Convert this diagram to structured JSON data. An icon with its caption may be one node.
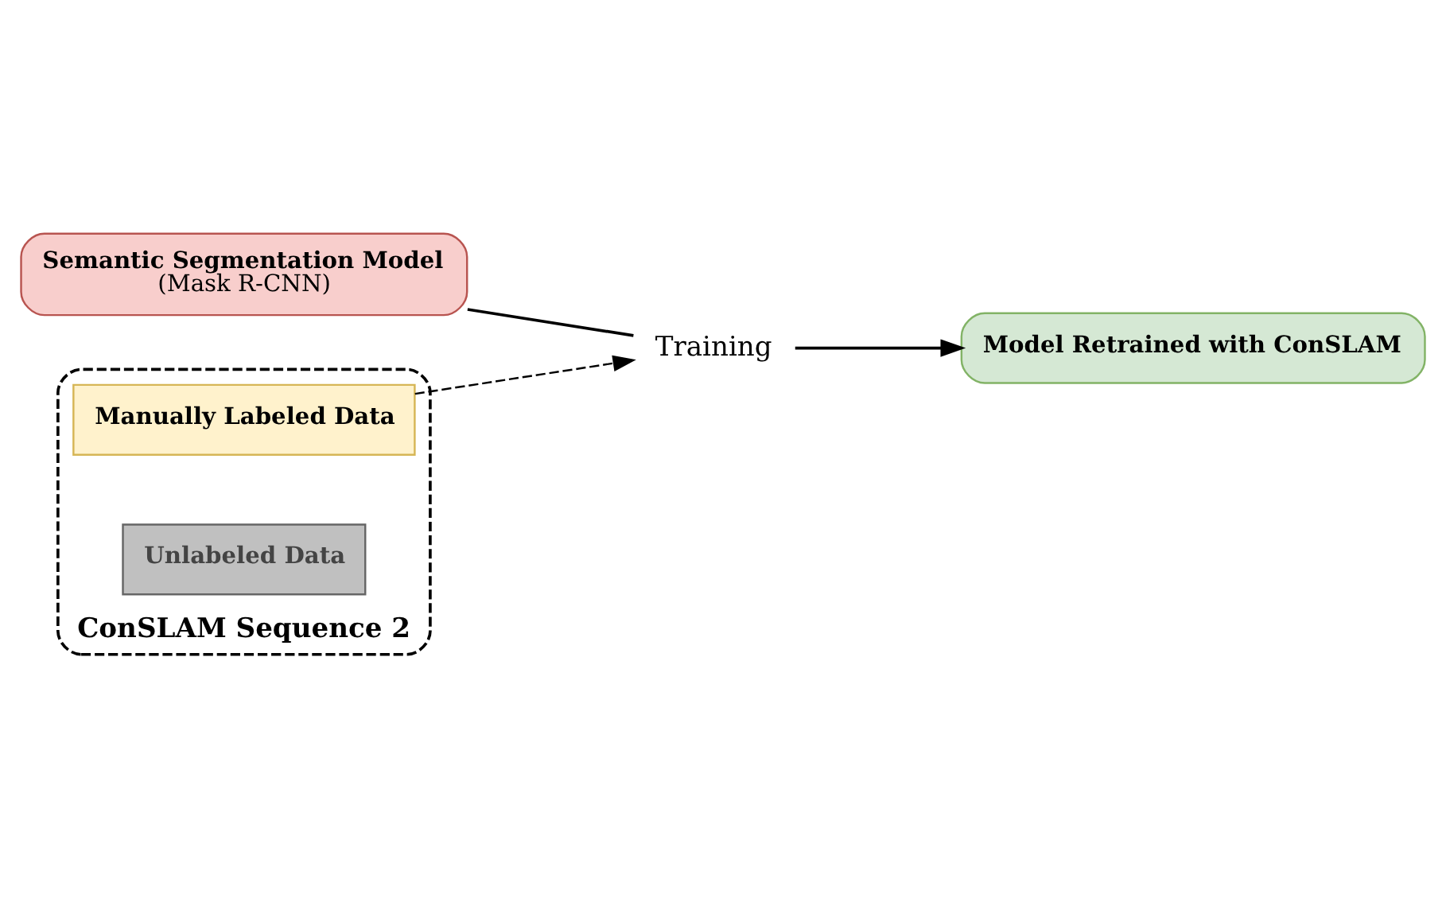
{
  "diagram": {
    "nodes": [
      {
        "text": [
          "Semantic Segmentation Model",
          "(Mask R-CNN)"
        ]
      },
      {
        "text": [
          "Training"
        ]
      },
      {
        "text": [
          "Model Retrained with ConSLAM"
        ]
      },
      {
        "text": [
          "ConSLAM Sequence 2"
        ]
      },
      {
        "text": [
          "Manually Labeled Data"
        ],
        "in": 3
      },
      {
        "text": [
          "Unlabeled Data"
        ],
        "in": 3
      }
    ],
    "edges": [
      {
        "from": 0,
        "to": 1,
        "arrow": "none"
      },
      {
        "from": 1,
        "to": 2,
        "arrow": "to"
      },
      {
        "from": 4,
        "to": 1,
        "arrow": "to",
        "style": "dashed"
      }
    ]
  }
}
